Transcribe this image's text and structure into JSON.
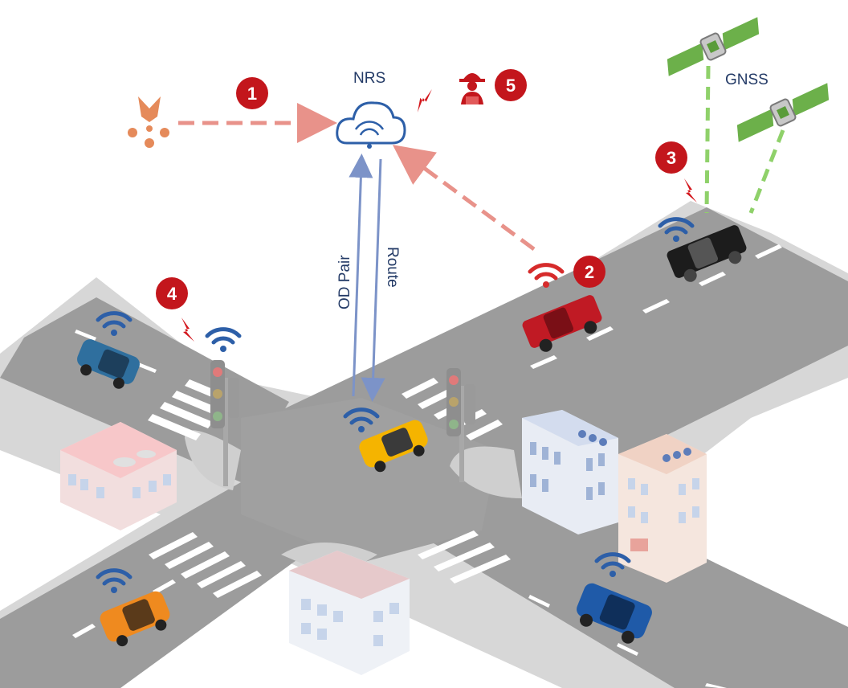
{
  "labels": {
    "nrs": "NRS",
    "gnss": "GNSS",
    "od_pair": "OD Pair",
    "route": "Route"
  },
  "badges": [
    "1",
    "2",
    "3",
    "4",
    "5"
  ],
  "colors": {
    "road": "#9c9c9c",
    "road_dark": "#8a8a8a",
    "sidewalk": "#d7d7d7",
    "badge": "#c3161c",
    "attack_arrow": "#e8928a",
    "link_arrow": "#7c93c8",
    "gnss_beam": "#8fd16a",
    "wifi": "#2d5fa8",
    "attack_wifi": "#d62b2b",
    "label_text": "#233a66"
  },
  "icons": [
    "drone-attacker-icon",
    "cloud-wifi-icon",
    "hacker-icon",
    "satellite-icon",
    "lightning-icon",
    "wifi-icon",
    "traffic-light-icon",
    "car-icon",
    "building-icon"
  ]
}
